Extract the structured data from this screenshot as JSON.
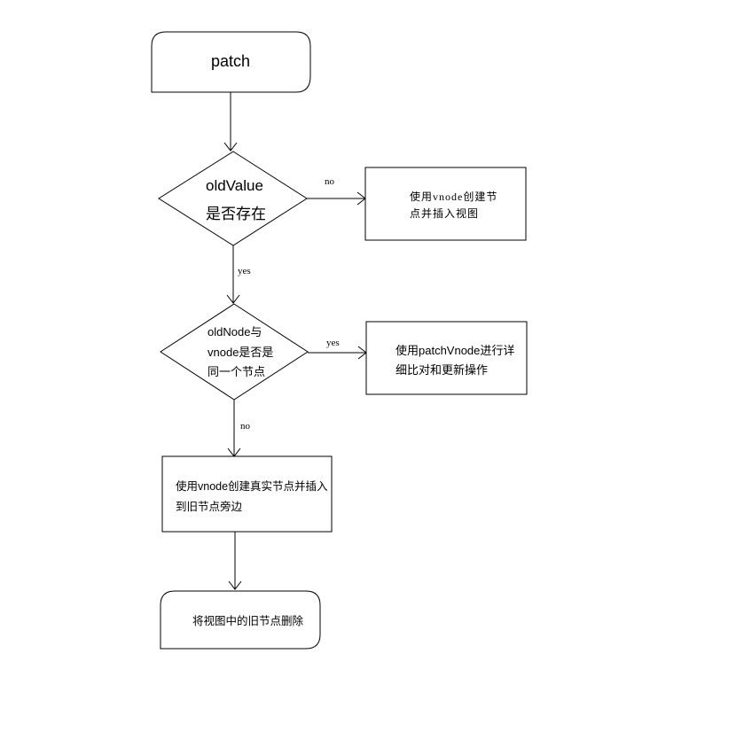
{
  "nodes": {
    "start": {
      "label": "patch"
    },
    "decision1": {
      "line1": "oldValue",
      "line2": "是否存在"
    },
    "action_create_insert": {
      "line1": "使用vnode创建节",
      "line2": "点并插入视图"
    },
    "decision2": {
      "line1": "oldNode与",
      "line2": "vnode是否是",
      "line3": "同一个节点"
    },
    "action_patch_vnode": {
      "line1": "使用patchVnode进行详",
      "line2": "细比对和更新操作"
    },
    "action_create_real": {
      "line1": "使用vnode创建真实节点并插入",
      "line2": "到旧节点旁边"
    },
    "end": {
      "label": "将视图中的旧节点删除"
    }
  },
  "edges": {
    "d1_no": "no",
    "d1_yes": "yes",
    "d2_yes": "yes",
    "d2_no": "no"
  },
  "colors": {
    "stroke": "#000000",
    "background": "#ffffff"
  }
}
